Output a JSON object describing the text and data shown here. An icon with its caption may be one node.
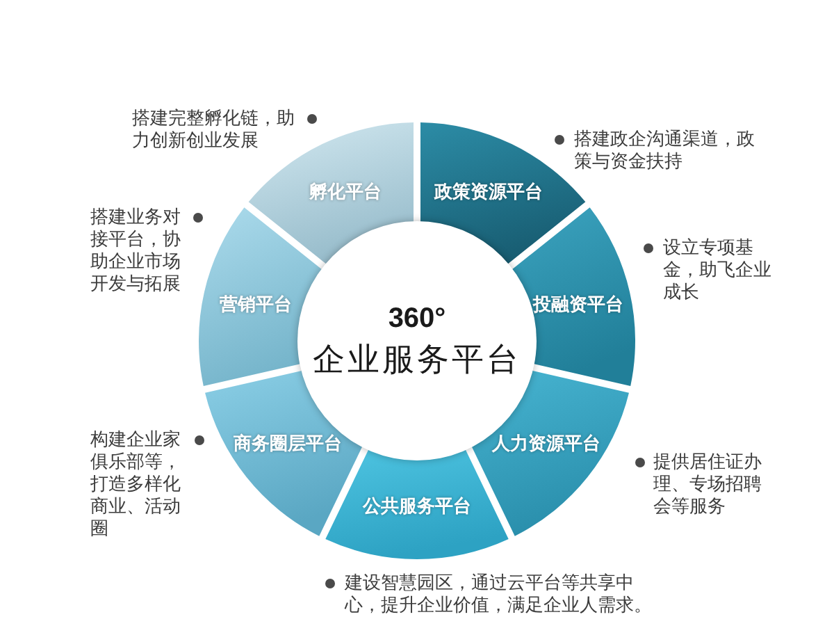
{
  "diagram": {
    "nodes": [
      {
        "text": [
          "360°",
          "企业服务平台"
        ]
      },
      {
        "text": [
          "孵化平台"
        ],
        "beside": [
          "搭建完整孵化链，助力创新创业发展"
        ]
      },
      {
        "text": [
          "政策资源平台"
        ],
        "beside": [
          "搭建政企沟通渠道，政策与资金扶持"
        ]
      },
      {
        "text": [
          "投融资平台"
        ],
        "beside": [
          "设立专项基金，助飞企业成长"
        ]
      },
      {
        "text": [
          "人力资源平台"
        ],
        "beside": [
          "提供居住证办理、专场招聘会等服务"
        ]
      },
      {
        "text": [
          "公共服务平台"
        ],
        "beside": [
          "建设智慧园区，通过云平台等共享中心，提升企业价值，满足企业人需求。"
        ]
      },
      {
        "text": [
          "商务圈层平台"
        ],
        "beside": [
          "构建企业家俱乐部等，打造多样化商业、活动圈"
        ]
      },
      {
        "text": [
          "营销平台"
        ],
        "beside": [
          "搭建业务对接平台，协助企业市场开发与拓展"
        ]
      }
    ]
  }
}
